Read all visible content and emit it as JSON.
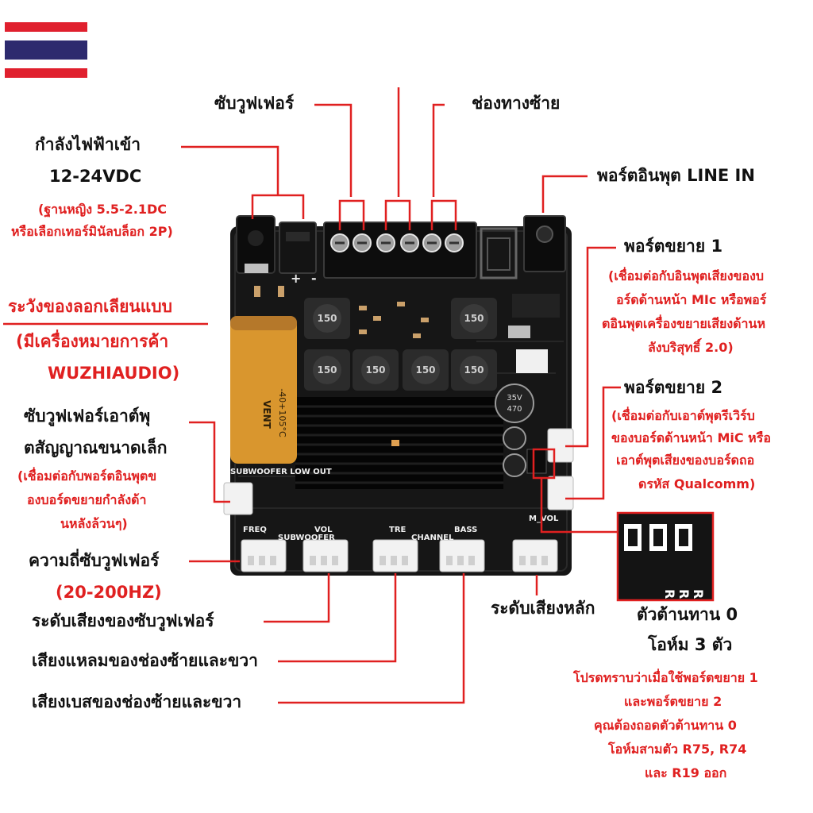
{
  "board_silkscreen": {
    "subwoofer_low_out": "SUBWOOFER LOW OUT",
    "freq": "FREQ",
    "vol": "VOL",
    "subwoofer": "SUBWOOFER",
    "tre": "TRE",
    "channel": "CHANNEL",
    "bass": "BASS",
    "m_vol": "M_VOL",
    "plus": "+",
    "minus": "-",
    "inductor_code": "150",
    "capacitor_big_line1": "VENT",
    "capacitor_big_line2": "-40+105°C",
    "capacitor_small_line1": "35V",
    "capacitor_small_line2": "470",
    "resistors": [
      "R75",
      "R74",
      "R19"
    ]
  },
  "labels": {
    "subwoofer": "ซับวูฟเฟอร์",
    "left_channel": "ช่องทางซ้าย",
    "power_input_line1": "กำลังไฟฟ้าเข้า",
    "power_input_line2": "12-24VDC",
    "power_input_note_line1": "(ฐานหญิง 5.5-2.1DC",
    "power_input_note_line2": "หรือเลือกเทอร์มินัลบล็อก 2P)",
    "line_in": "พอร์ตอินพุต LINE IN",
    "counterfeit_warning_line1": "ระวังของลอกเลียนแบบ",
    "counterfeit_warning_line2": "(มีเครื่องหมายการค้า",
    "counterfeit_warning_line3": "WUZHIAUDIO)",
    "expansion1_title": "พอร์ตขยาย 1",
    "expansion1_note": [
      "(เชื่อมต่อกับอินพุตเสียงของบ",
      "อร์ดด้านหน้า MIc หรือพอร์",
      "ตอินพุตเครื่องขยายเสียงด้านห",
      "ลังบริสุทธิ์ 2.0)"
    ],
    "expansion2_title": "พอร์ตขยาย 2",
    "expansion2_note": [
      "(เชื่อมต่อกับเอาต์พุตรีเวิร์บ",
      "ของบอร์ดด้านหน้า MiC หรือ",
      "เอาต์พุตเสียงของบอร์ดถอ",
      "ดรหัส Qualcomm)"
    ],
    "sub_out_line1": "ซับวูฟเฟอร์เอาต์พุ",
    "sub_out_line2": "ตสัญญาณขนาดเล็ก",
    "sub_out_note": [
      "(เชื่อมต่อกับพอร์ตอินพุตข",
      "องบอร์ดขยายกำลังด้า",
      "นหลังล้วนๆ)"
    ],
    "sub_freq_line1": "ความถี่ซับวูฟเฟอร์",
    "sub_freq_line2": "(20-200HZ)",
    "sub_volume": "ระดับเสียงของซับวูฟเฟอร์",
    "treble": "เสียงแหลมของช่องซ้ายและขวา",
    "bass": "เสียงเบสของช่องซ้ายและขวา",
    "main_volume": "ระดับเสียงหลัก",
    "resistor_title_line1": "ตัวต้านทาน 0",
    "resistor_title_line2": "โอห์ม 3 ตัว",
    "resistor_note": [
      "โปรดทราบว่าเมื่อใช้พอร์ตขยาย 1",
      "และพอร์ตขยาย 2",
      "คุณต้องถอดตัวต้านทาน 0",
      "โอห์มสามตัว R75, R74",
      "และ R19 ออก"
    ]
  },
  "colors": {
    "accent": "#e02020",
    "pcb": "#161616",
    "capacitor": "#d9962e",
    "flag_red": "#e0202e",
    "flag_blue": "#2d2a6e"
  },
  "icons": [
    "thailand-flag-icon"
  ]
}
